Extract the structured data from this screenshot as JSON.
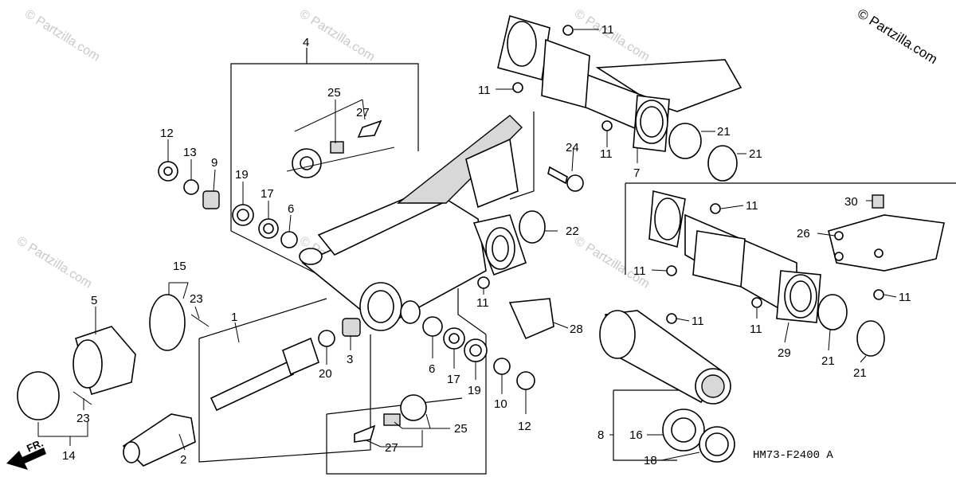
{
  "diagram": {
    "copyright": "© Partzilla.com",
    "watermark": "© Partzilla.com",
    "drawing_code": "HM73-F2400 A",
    "front_indicator": "FR.",
    "callouts": [
      {
        "id": "c4",
        "text": "4"
      },
      {
        "id": "c25a",
        "text": "25"
      },
      {
        "id": "c27a",
        "text": "27"
      },
      {
        "id": "c12a",
        "text": "12"
      },
      {
        "id": "c13",
        "text": "13"
      },
      {
        "id": "c9",
        "text": "9"
      },
      {
        "id": "c19a",
        "text": "19"
      },
      {
        "id": "c17a",
        "text": "17"
      },
      {
        "id": "c6a",
        "text": "6"
      },
      {
        "id": "c24",
        "text": "24"
      },
      {
        "id": "c22",
        "text": "22"
      },
      {
        "id": "c11a",
        "text": "11"
      },
      {
        "id": "c11b",
        "text": "11"
      },
      {
        "id": "c11c",
        "text": "11"
      },
      {
        "id": "c7",
        "text": "7"
      },
      {
        "id": "c21a",
        "text": "21"
      },
      {
        "id": "c21b",
        "text": "21"
      },
      {
        "id": "c15",
        "text": "15"
      },
      {
        "id": "c23a",
        "text": "23"
      },
      {
        "id": "c5",
        "text": "5"
      },
      {
        "id": "c1",
        "text": "1"
      },
      {
        "id": "c20",
        "text": "20"
      },
      {
        "id": "c3",
        "text": "3"
      },
      {
        "id": "c11d",
        "text": "11"
      },
      {
        "id": "c28",
        "text": "28"
      },
      {
        "id": "c6b",
        "text": "6"
      },
      {
        "id": "c17b",
        "text": "17"
      },
      {
        "id": "c19b",
        "text": "19"
      },
      {
        "id": "c10",
        "text": "10"
      },
      {
        "id": "c12b",
        "text": "12"
      },
      {
        "id": "c23b",
        "text": "23"
      },
      {
        "id": "c14",
        "text": "14"
      },
      {
        "id": "c2",
        "text": "2"
      },
      {
        "id": "c25b",
        "text": "25"
      },
      {
        "id": "c27b",
        "text": "27"
      },
      {
        "id": "c11e",
        "text": "11"
      },
      {
        "id": "c11f",
        "text": "11"
      },
      {
        "id": "c30",
        "text": "30"
      },
      {
        "id": "c26",
        "text": "26"
      },
      {
        "id": "c11g",
        "text": "11"
      },
      {
        "id": "c11h",
        "text": "11"
      },
      {
        "id": "c11i",
        "text": "11"
      },
      {
        "id": "c29",
        "text": "29"
      },
      {
        "id": "c21c",
        "text": "21"
      },
      {
        "id": "c21d",
        "text": "21"
      },
      {
        "id": "c8",
        "text": "8"
      },
      {
        "id": "c16",
        "text": "16"
      },
      {
        "id": "c18",
        "text": "18"
      }
    ]
  }
}
